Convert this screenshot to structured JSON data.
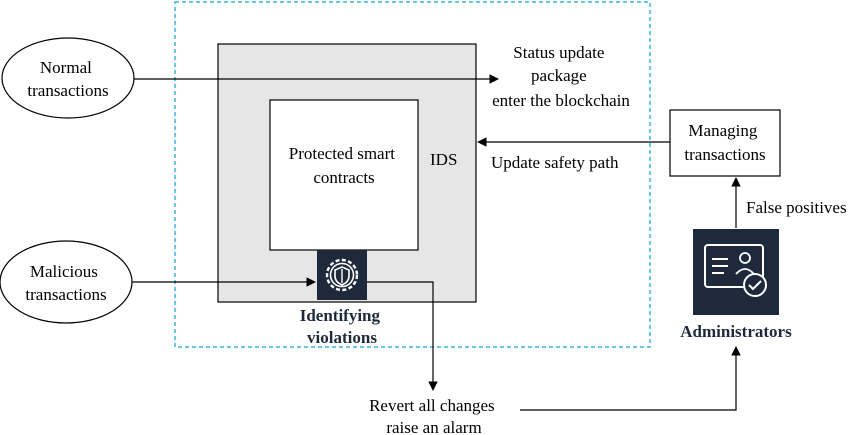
{
  "nodes": {
    "normal_transactions": {
      "lines": [
        "Normal",
        "transactions"
      ]
    },
    "malicious_transactions": {
      "lines": [
        "Malicious",
        "transactions"
      ]
    },
    "protected_contracts": {
      "lines": [
        "Protected smart",
        "contracts"
      ]
    },
    "ids": {
      "label": "IDS"
    },
    "identifying_violations": {
      "lines": [
        "Identifying",
        "violations"
      ]
    },
    "managing_transactions": {
      "lines": [
        "Managing",
        "transactions"
      ]
    },
    "administrators": {
      "label": "Administrators"
    }
  },
  "labels": {
    "status_update": [
      "Status update",
      "package",
      "enter the blockchain"
    ],
    "update_safety_path": "Update safety path",
    "false_positives": "False positives",
    "revert": [
      "Revert all changes",
      "raise an alarm"
    ]
  },
  "icons": {
    "shield": "shield-gear-icon",
    "admin": "id-card-check-icon"
  },
  "colors": {
    "ids_fill": "#e6e6e6",
    "icon_bg": "#1e2a3c",
    "boundary": "#3cb4e6"
  }
}
